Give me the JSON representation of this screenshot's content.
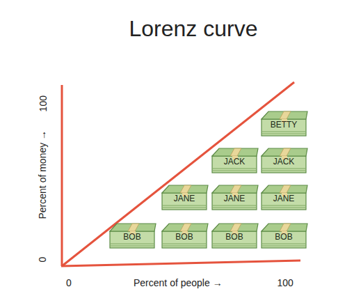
{
  "diagram": {
    "title": "Lorenz curve",
    "nodes": [
      {
        "text": [
          "BETTY"
        ]
      },
      {
        "text": [
          "JACK"
        ]
      },
      {
        "text": [
          "JACK"
        ]
      },
      {
        "text": [
          "JANE"
        ]
      },
      {
        "text": [
          "JANE"
        ]
      },
      {
        "text": [
          "JANE"
        ]
      },
      {
        "text": [
          "BOB"
        ]
      },
      {
        "text": [
          "BOB"
        ]
      },
      {
        "text": [
          "BOB"
        ]
      },
      {
        "text": [
          "BOB"
        ]
      }
    ],
    "labels": [
      "100",
      "Percent of money →",
      "0",
      "0",
      "Percent of people →",
      "100"
    ]
  }
}
